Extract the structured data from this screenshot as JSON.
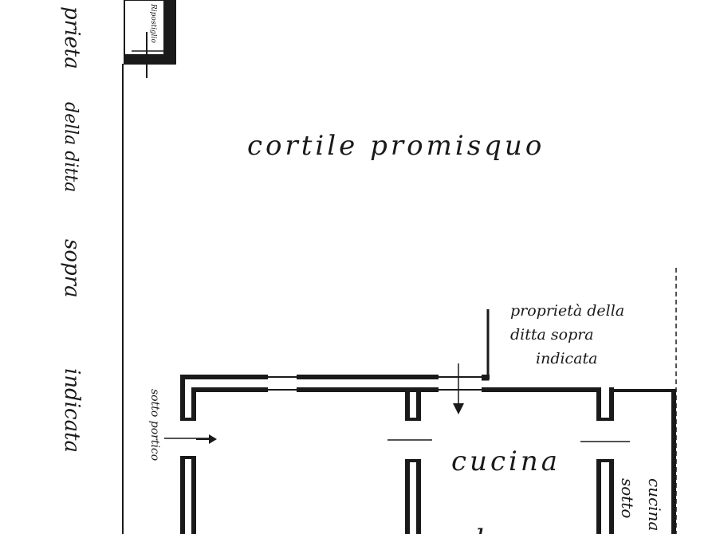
{
  "labels": {
    "left_vertical": "prieta della ditta sopra indicata",
    "left_vertical_parts": [
      "prieta",
      "della ditta",
      "sopra",
      "indicata"
    ],
    "courtyard": "cortile promisquo",
    "property_note": [
      "proprietà della",
      "ditta sopra",
      "indicata"
    ],
    "kitchen": "cucina",
    "kitchen_below_partial": "bagno",
    "under_portico": "sotto portico",
    "right_vertical_a": "sotto",
    "right_vertical_b": "cucina",
    "small_box": "Ripostiglio"
  },
  "colors": {
    "ink": "#1a1a1a",
    "paper": "#ffffff"
  }
}
